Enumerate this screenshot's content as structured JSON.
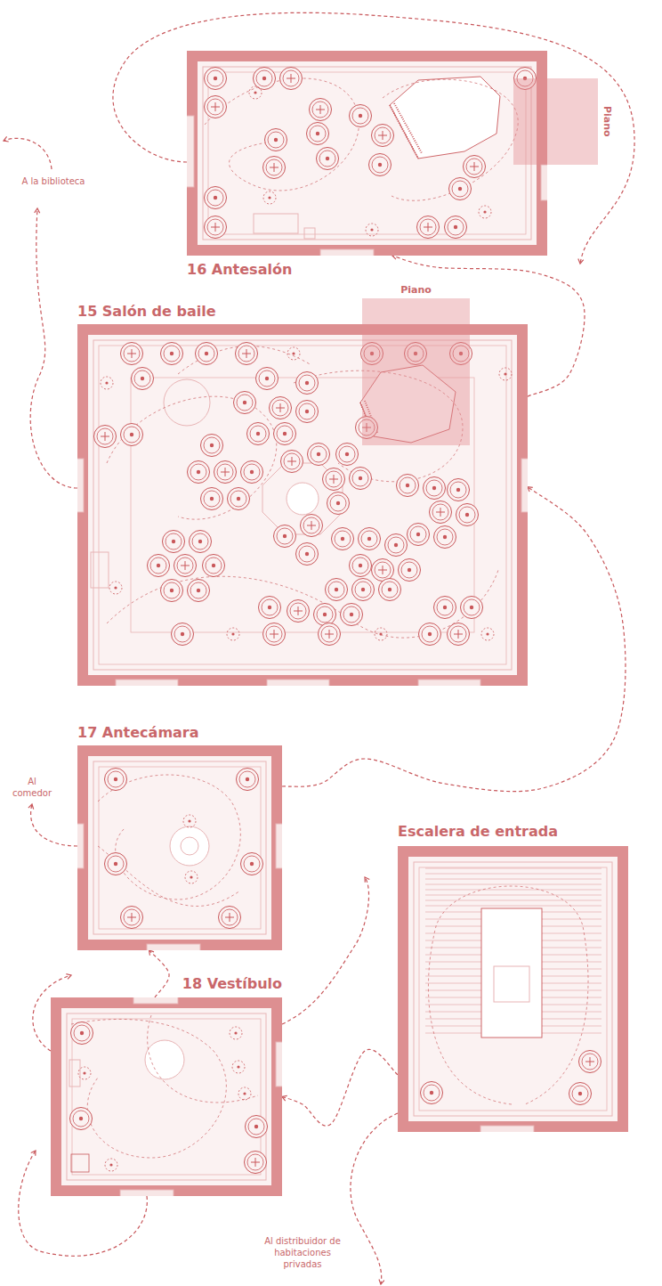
{
  "diagram": {
    "nodes": [
      {
        "text": [
          "16 Antesalón"
        ]
      },
      {
        "text": [
          "Piano"
        ]
      },
      {
        "text": [
          "15 Salón de baile"
        ]
      },
      {
        "text": [
          "Piano"
        ]
      },
      {
        "text": [
          "17 Antecámara"
        ]
      },
      {
        "text": [
          "Escalera de entrada"
        ]
      },
      {
        "text": [
          "18 Vestíbulo"
        ]
      }
    ],
    "edges": [
      {
        "from": 5,
        "to": 6,
        "arrow": "to"
      },
      {
        "from": 6,
        "to": 4,
        "arrow": "to"
      },
      {
        "from": 4,
        "to": 2,
        "arrow": "to"
      },
      {
        "from": 2,
        "to": 0,
        "arrow": "to"
      }
    ],
    "labels": [
      "A la biblioteca",
      "Al comedor",
      "Al distribuidor de habitaciones privadas"
    ]
  }
}
